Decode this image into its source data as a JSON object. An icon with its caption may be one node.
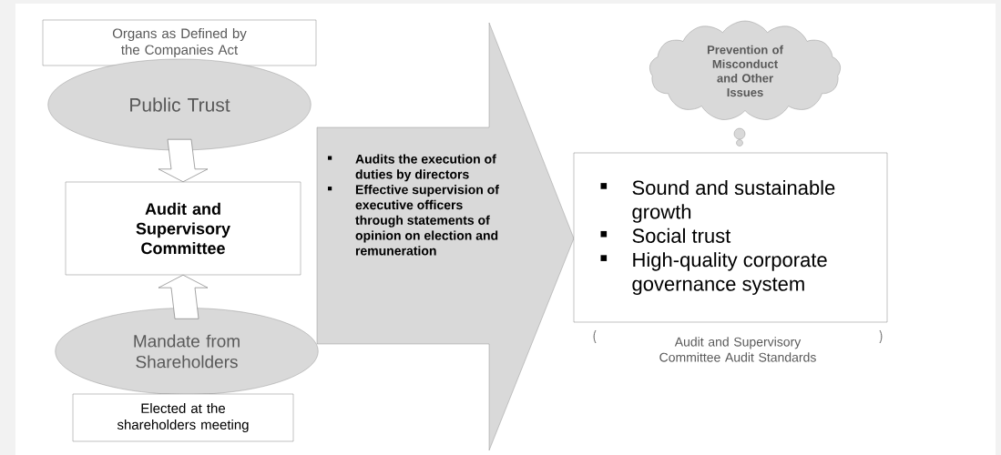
{
  "diagram": {
    "nodes": [
      {
        "text": [
          "Organs as Defined by the Companies Act"
        ]
      },
      {
        "text": [
          "Public Trust"
        ]
      },
      {
        "text": [
          "Audit and Supervisory Committee"
        ]
      },
      {
        "text": [
          "Mandate from Shareholders"
        ]
      },
      {
        "text": [
          "Elected at the shareholders meeting"
        ]
      },
      {
        "text": [
          "Audits the execution of duties by directors",
          "Effective supervision of executive officers through statements of opinion on election and remuneration"
        ]
      },
      {
        "text": [
          "Prevention of Misconduct and Other Issues"
        ]
      },
      {
        "text": [
          "Sound and sustainable growth",
          "Social trust",
          "High-quality corporate governance system"
        ],
        "beside": [
          "Audit and Supervisory Committee Audit Standards"
        ]
      }
    ],
    "edges": [
      {
        "from": 1,
        "to": 2,
        "arrow": "to"
      },
      {
        "from": 3,
        "to": 2,
        "arrow": "to"
      }
    ]
  }
}
